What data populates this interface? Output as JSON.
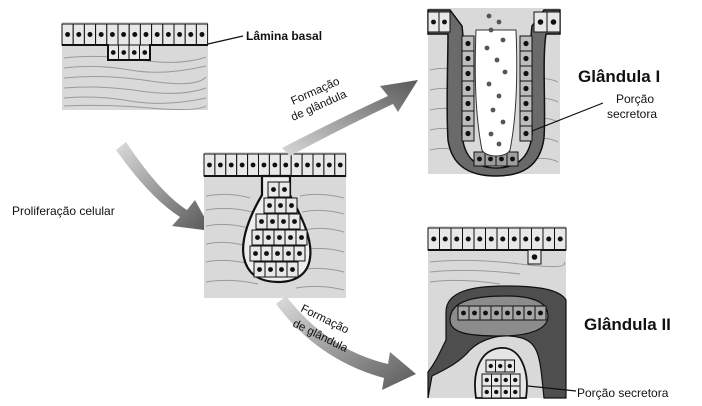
{
  "labels": {
    "basal_lamina": "Lâmina basal",
    "cell_proliferation": "Proliferação celular",
    "gland_formation_top_1": "Formação",
    "gland_formation_top_2": "de glândula",
    "gland_formation_bottom_1": "Formação",
    "gland_formation_bottom_2": "de glândula",
    "gland_1": "Glândula I",
    "gland_2": "Glândula II",
    "secretory_top_1": "Porção",
    "secretory_top_2": "secretora",
    "secretory_bottom": "Porção secretora"
  },
  "colors": {
    "ink": "#111111",
    "tissue": "#d9d9d9",
    "stripe": "#9a9a9a",
    "cell_fill": "#e8e8e8",
    "dark_tissue": "#5a5a5a",
    "arrow_dark": "#555555",
    "arrow_light": "#dcdcdc"
  }
}
